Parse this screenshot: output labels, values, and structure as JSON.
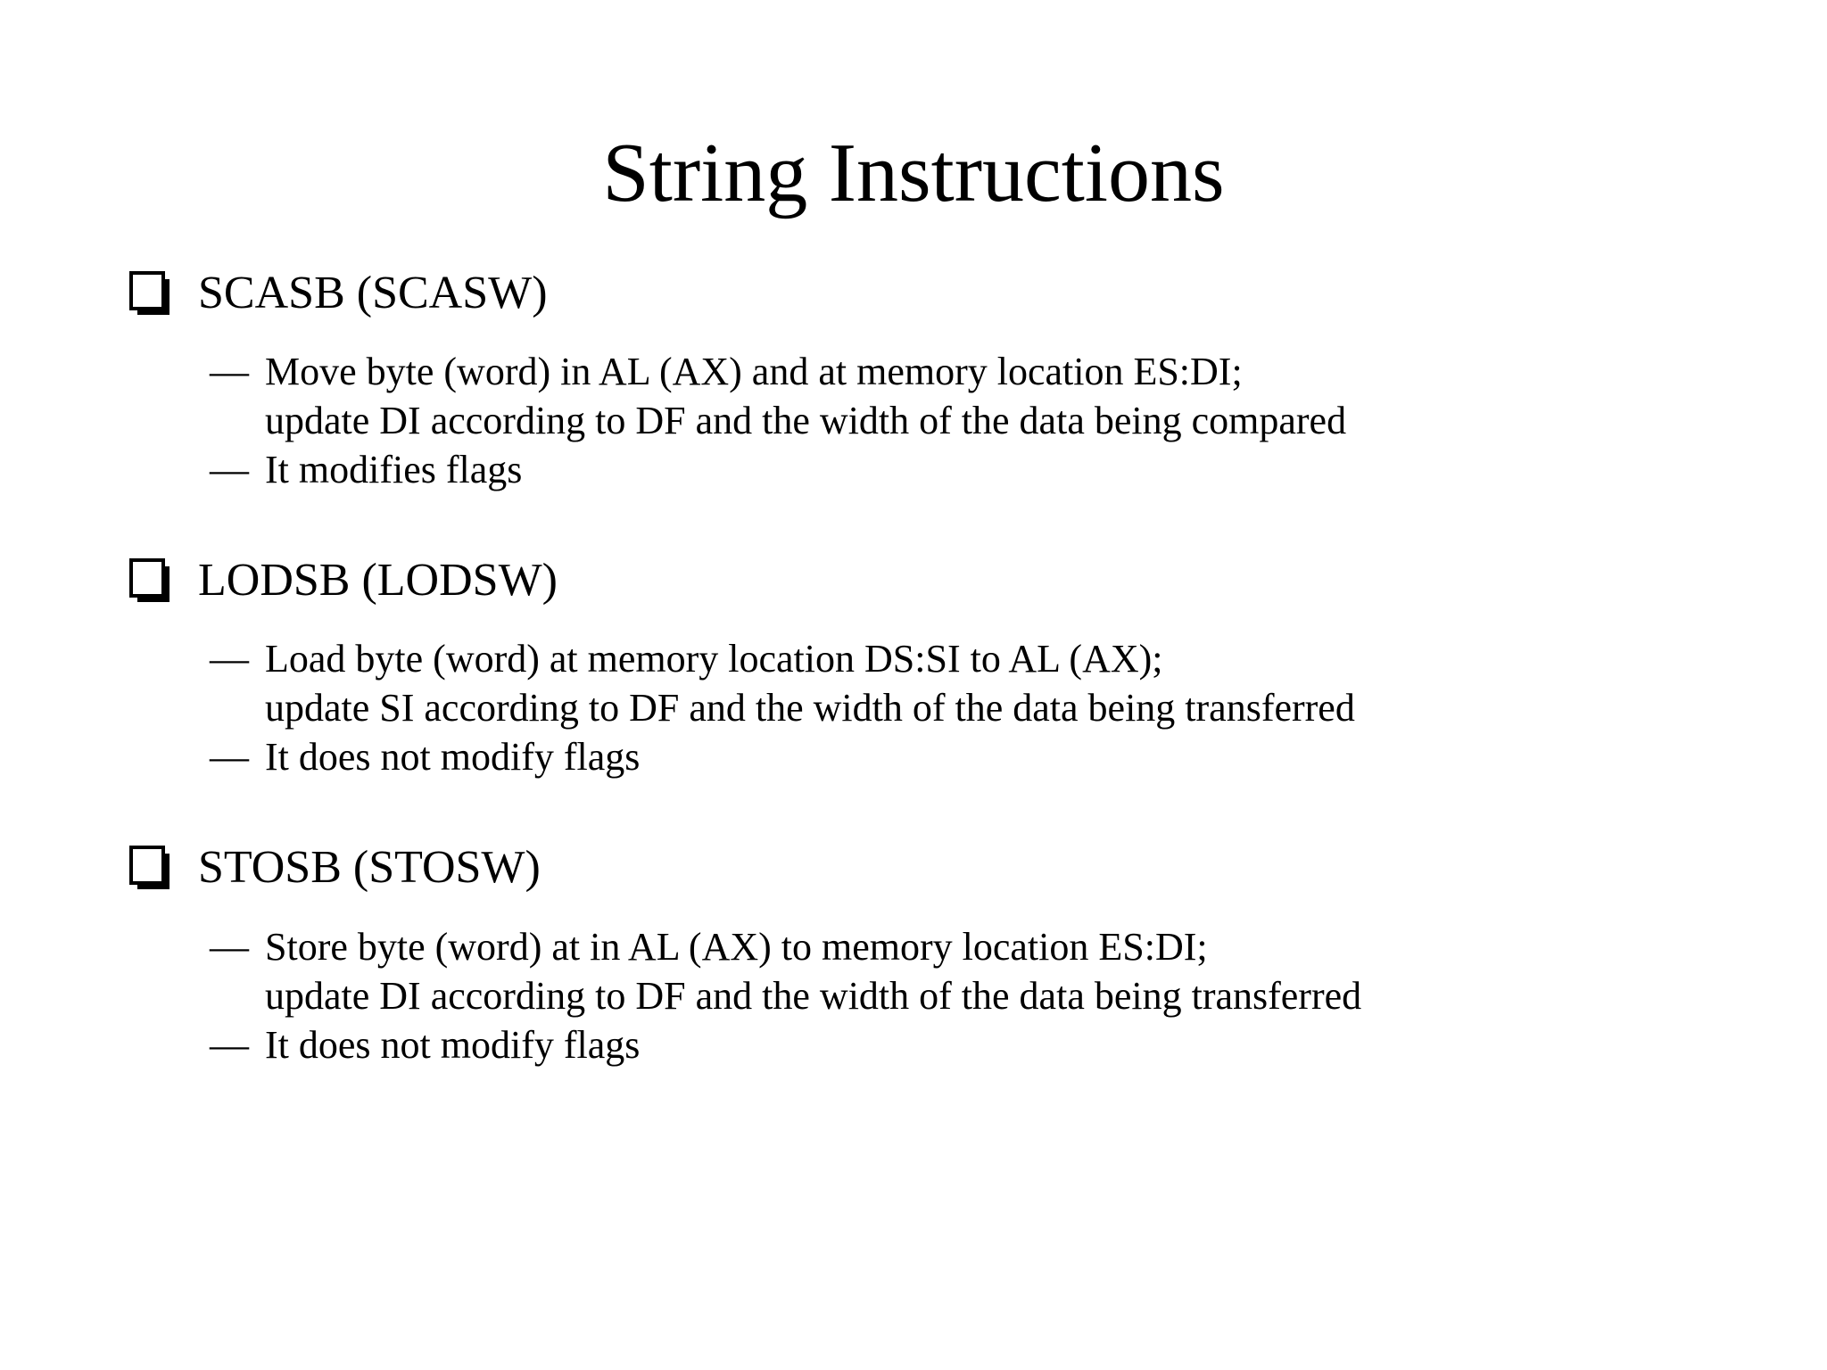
{
  "slide": {
    "title": "String Instructions",
    "dash": "—",
    "sections": [
      {
        "heading": "SCASB (SCASW)",
        "items": [
          {
            "lines": [
              "Move byte (word) in AL (AX) and at memory location ES:DI;",
              "update DI according to DF and the width of the data being compared"
            ]
          },
          {
            "lines": [
              "It modifies flags"
            ]
          }
        ]
      },
      {
        "heading": "LODSB (LODSW)",
        "items": [
          {
            "lines": [
              "Load byte (word) at memory location DS:SI to AL (AX);",
              "update SI according to DF and the width of the data being transferred"
            ]
          },
          {
            "lines": [
              "It does not modify flags"
            ]
          }
        ]
      },
      {
        "heading": "STOSB (STOSW)",
        "items": [
          {
            "lines": [
              "Store byte (word) at in AL (AX) to memory location ES:DI;",
              "update DI according to DF and the width of the data being transferred"
            ]
          },
          {
            "lines": [
              "It does not modify flags"
            ]
          }
        ]
      }
    ]
  },
  "colors": {
    "background": "#ffffff",
    "text": "#000000"
  }
}
